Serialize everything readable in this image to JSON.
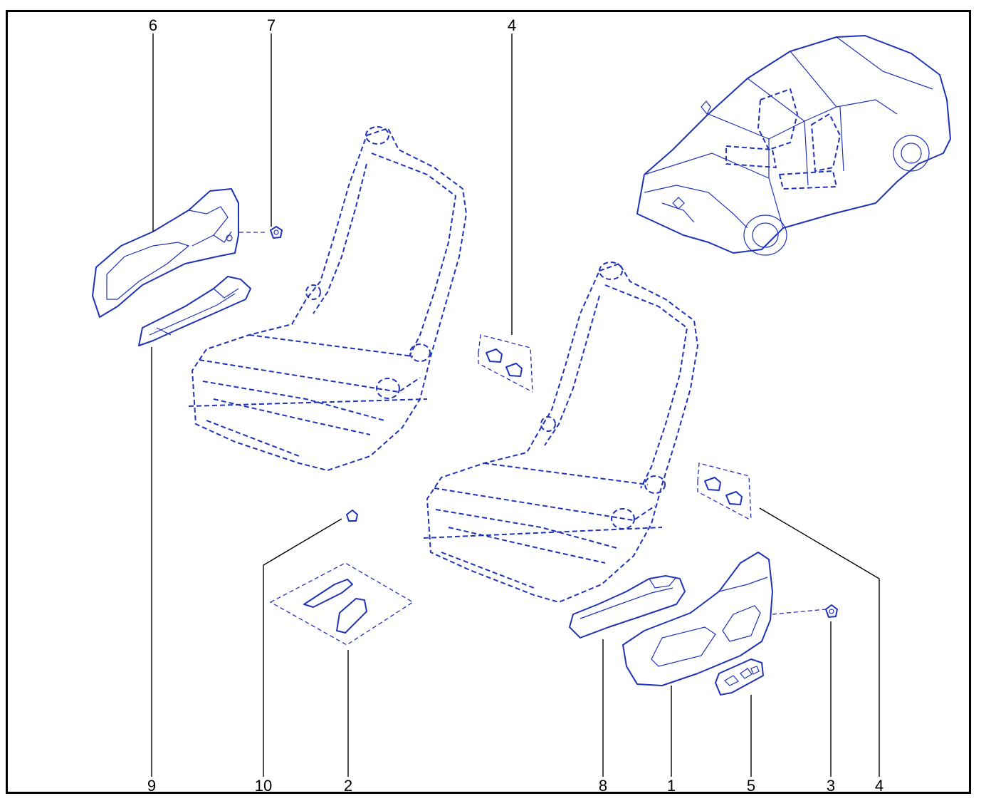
{
  "colors": {
    "line": "#1f33b8",
    "frame": "#000000",
    "background": "#ffffff"
  },
  "callouts": {
    "c1": "1",
    "c2": "2",
    "c3": "3",
    "c4a": "4",
    "c4b": "4",
    "c5": "5",
    "c6": "6",
    "c7": "7",
    "c8": "8",
    "c9": "9",
    "c10": "10"
  }
}
